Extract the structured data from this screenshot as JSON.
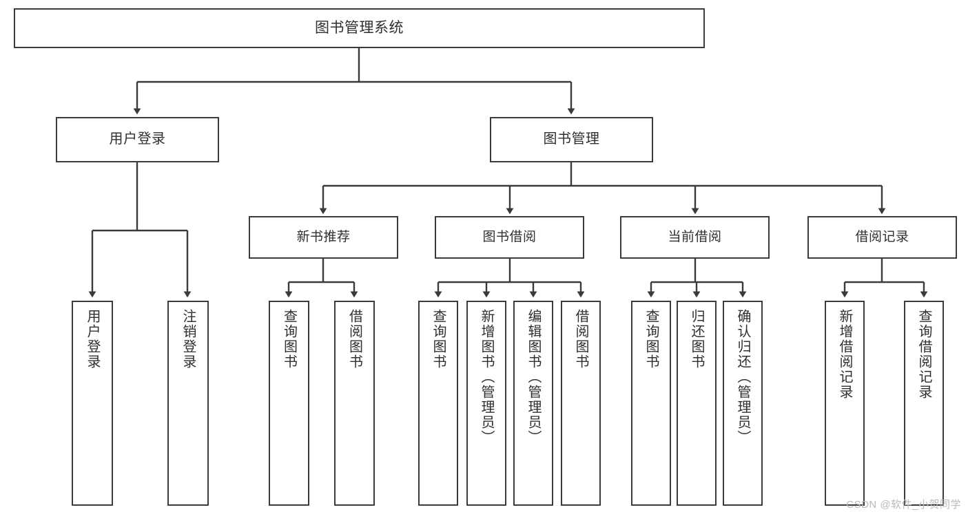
{
  "diagram": {
    "title": "图书管理系统",
    "type": "tree-hierarchy",
    "orientation": "top-down",
    "watermark": "CSDN @软件_小贺同学",
    "colors": {
      "node_border": "#3a3a3a",
      "node_fill": "#ffffff",
      "edge": "#3a3a3a",
      "text": "#2f2f2f",
      "watermark": "#b9b9b9",
      "background": "#ffffff"
    },
    "nodes": {
      "root": {
        "label": "图书管理系统"
      },
      "level1": [
        {
          "label": "用户登录"
        },
        {
          "label": "图书管理"
        }
      ],
      "level2": [
        {
          "label": "新书推荐"
        },
        {
          "label": "图书借阅"
        },
        {
          "label": "当前借阅"
        },
        {
          "label": "借阅记录"
        }
      ],
      "leaves": {
        "user_login": [
          {
            "label": "用户登录"
          },
          {
            "label": "注销登录"
          }
        ],
        "new_book": [
          {
            "label": "查询图书"
          },
          {
            "label": "借阅图书"
          }
        ],
        "book_borrow": [
          {
            "label": "查询图书"
          },
          {
            "label": "新增图书（管理员）"
          },
          {
            "label": "编辑图书（管理员）"
          },
          {
            "label": "借阅图书"
          }
        ],
        "current_borrow": [
          {
            "label": "查询图书"
          },
          {
            "label": "归还图书"
          },
          {
            "label": "确认归还（管理员）"
          }
        ],
        "borrow_record": [
          {
            "label": "新增借阅记录"
          },
          {
            "label": "查询借阅记录"
          }
        ]
      }
    }
  }
}
